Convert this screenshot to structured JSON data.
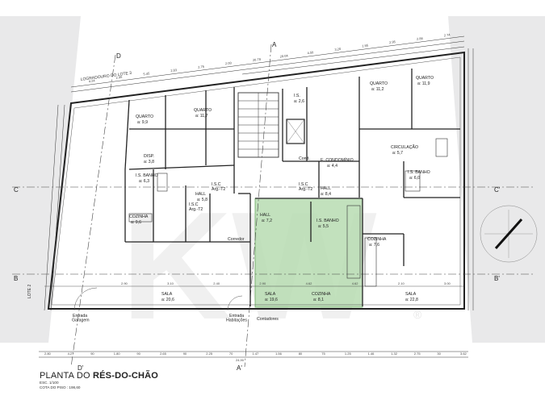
{
  "title": {
    "prefix": "PLANTA DO ",
    "bold": "RÉS-DO-CHÃO"
  },
  "scale": "ESC. 1/100",
  "floor_level": "COTA DO PISO : 198,60",
  "street_label": "LOGRADOURO DO LOTE 3",
  "lot_label": "LOTE 2",
  "watermark": "KW",
  "registered": "®",
  "axes": {
    "a_top": "A",
    "a_bottom": "A'",
    "b_left": "B",
    "b_right": "B'",
    "c_left": "C",
    "c_right": "C'",
    "d_top": "D",
    "d_bottom": "D'"
  },
  "rooms": {
    "quarto_1": "QUARTO",
    "quarto_1_area": "a: 9,9",
    "quarto_2": "QUARTO",
    "quarto_2_area": "a: 11,7",
    "quarto_3": "QUARTO",
    "quarto_3_area": "a: 11,2",
    "quarto_4": "QUARTO",
    "quarto_4_area": "a: 11,9",
    "is": "I.S.",
    "is_area": "a: 2,6",
    "disp": "DISP.",
    "disp_area": "a: 3,8",
    "banho_1": "I.S. BANHO",
    "banho_1_area": "a: 6,3",
    "hall_1": "HALL",
    "hall_1_area": "a: 5,8",
    "hall_2": "HALL",
    "hall_2_area": "a: 7,2",
    "hall_3": "HALL",
    "hall_3_area": "a: 8,4",
    "cond": "Cond.",
    "condominio": "E. CONDOMÍNIO",
    "condominio_area": "a: 4,4",
    "circulacao": "CIRCULAÇÃO",
    "circulacao_area": "a: 5,7",
    "banho_2": "I.S. BANHO",
    "banho_2_area": "a: 6,0",
    "banho_3": "I.S. BANHO",
    "banho_3_area": "a: 5,5",
    "coz_1": "COZINHA",
    "coz_1_area": "a: 9,6",
    "coz_2": "COZINHA",
    "coz_2_area": "a: 8,1",
    "coz_3": "COZINHA",
    "coz_3_area": "a: 7,6",
    "sala_1": "SALA",
    "sala_1_area": "a: 20,6",
    "sala_2": "SALA",
    "sala_2_area": "a: 19,6",
    "sala_3": "SALA",
    "sala_3_area": "a: 22,8",
    "corredor": "Corredor",
    "isc_1": "I.S.C",
    "isc_1_area": "Arg.-T2",
    "isc_2": "I.S.C",
    "isc_2_area": "Arg.-T2",
    "isc_3": "I.S.C",
    "isc_3_area": "Arg.-T2"
  },
  "entries": {
    "garagem": "Entrada\nGaragem",
    "habitacoes": "Entrada\nHabitações",
    "contadores": "Contadores"
  },
  "dims_top": [
    "4.24",
    "2.95",
    "5.45",
    "2.83",
    "2.76",
    "2.00",
    "20.78",
    "20.04",
    "4.50",
    "3.20",
    "1.95",
    "2.95",
    "2.86",
    "2.74"
  ],
  "dims_bottom": [
    "2.80",
    "4.27",
    "90",
    "1.80",
    "90",
    "2.65",
    "90",
    "2.25",
    "70",
    "1.47",
    "1.56",
    "80",
    "75",
    "1.25",
    "1.46",
    "1.32",
    "2.75",
    "30",
    "3.62"
  ],
  "dim_total": "24,90",
  "dim_mid": [
    "2.90",
    "3.10",
    "2.40",
    "2.90",
    "4.62",
    "4.62",
    "2.10",
    "3.00"
  ],
  "highlight_color": "#a8d5a2",
  "line_color": "#333333"
}
